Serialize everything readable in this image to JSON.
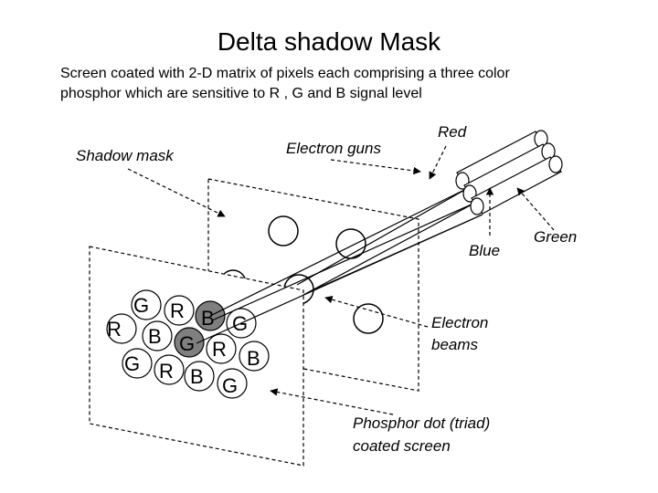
{
  "title": "Delta shadow Mask",
  "subtitle": {
    "line1": "Screen coated with 2-D matrix of pixels each comprising a three color",
    "line2": "phosphor which are sensitive to R , G and B signal level"
  },
  "labels": {
    "shadow_mask": "Shadow mask",
    "electron_guns": "Electron guns",
    "red": "Red",
    "green": "Green",
    "blue": "Blue",
    "electron_beams_1": "Electron",
    "electron_beams_2": "beams",
    "phosphor_1": "Phosphor dot (triad)",
    "phosphor_2": "coated screen"
  },
  "triads": {
    "row1": [
      "G",
      "R",
      "B"
    ],
    "row1_extra": "G",
    "row2": [
      "R",
      "B",
      "G",
      "R"
    ],
    "row2_extra": "B",
    "row3": [
      "G",
      "R",
      "B",
      "G"
    ]
  }
}
